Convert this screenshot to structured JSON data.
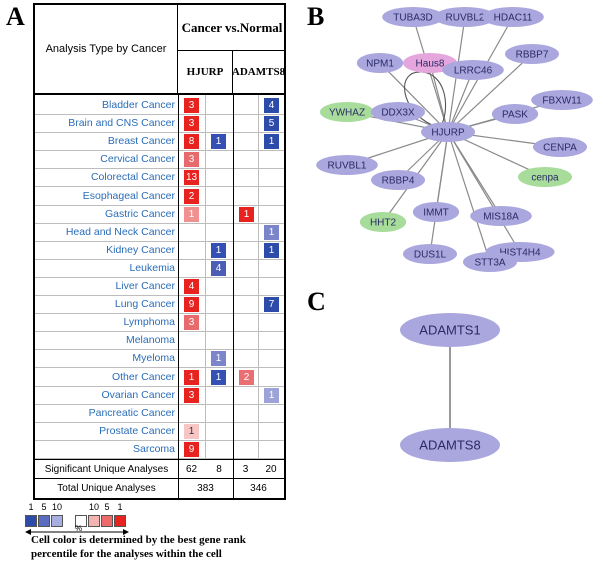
{
  "panels": {
    "a": "A",
    "b": "B",
    "c": "C"
  },
  "table": {
    "analysis_header": "Analysis Type by Cancer",
    "comparison_header": "Cancer vs.Normal",
    "genes": [
      "HJURP",
      "ADAMTS8"
    ],
    "rows": [
      {
        "label": "Bladder Cancer",
        "cells": [
          {
            "v": "3",
            "c": "#e8221e"
          },
          null,
          null,
          {
            "v": "4",
            "c": "#2d4ba8"
          }
        ]
      },
      {
        "label": "Brain and CNS Cancer",
        "cells": [
          {
            "v": "3",
            "c": "#e8221e"
          },
          null,
          null,
          {
            "v": "5",
            "c": "#2d4ba8"
          }
        ]
      },
      {
        "label": "Breast Cancer",
        "cells": [
          {
            "v": "8",
            "c": "#e8221e"
          },
          {
            "v": "1",
            "c": "#3550b5"
          },
          null,
          {
            "v": "1",
            "c": "#2d4ba8"
          }
        ]
      },
      {
        "label": "Cervical Cancer",
        "cells": [
          {
            "v": "3",
            "c": "#e76a6d"
          },
          null,
          null,
          null
        ]
      },
      {
        "label": "Colorectal Cancer",
        "cells": [
          {
            "v": "13",
            "c": "#e8221e"
          },
          null,
          null,
          null
        ]
      },
      {
        "label": "Esophageal Cancer",
        "cells": [
          {
            "v": "2",
            "c": "#e8221e"
          },
          null,
          null,
          null
        ]
      },
      {
        "label": "Gastric Cancer",
        "cells": [
          {
            "v": "1",
            "c": "#f0918f"
          },
          null,
          {
            "v": "1",
            "c": "#e8221e"
          },
          null
        ]
      },
      {
        "label": "Head and Neck Cancer",
        "cells": [
          null,
          null,
          null,
          {
            "v": "1",
            "c": "#7c85c9"
          }
        ]
      },
      {
        "label": "Kidney Cancer",
        "cells": [
          null,
          {
            "v": "1",
            "c": "#3550b5"
          },
          null,
          {
            "v": "1",
            "c": "#2d4ba8"
          }
        ]
      },
      {
        "label": "Leukemia",
        "cells": [
          null,
          {
            "v": "4",
            "c": "#4c5db5"
          },
          null,
          null
        ]
      },
      {
        "label": "Liver Cancer",
        "cells": [
          {
            "v": "4",
            "c": "#e8221e"
          },
          null,
          null,
          null
        ]
      },
      {
        "label": "Lung Cancer",
        "cells": [
          {
            "v": "9",
            "c": "#e8221e"
          },
          null,
          null,
          {
            "v": "7",
            "c": "#2d4ba8"
          }
        ]
      },
      {
        "label": "Lymphoma",
        "cells": [
          {
            "v": "3",
            "c": "#e76a6d"
          },
          null,
          null,
          null
        ]
      },
      {
        "label": "Melanoma",
        "cells": [
          null,
          null,
          null,
          null
        ]
      },
      {
        "label": "Myeloma",
        "cells": [
          null,
          {
            "v": "1",
            "c": "#7c85c9"
          },
          null,
          null
        ]
      },
      {
        "label": "Other Cancer",
        "cells": [
          {
            "v": "1",
            "c": "#e8221e"
          },
          {
            "v": "1",
            "c": "#3550b5"
          },
          {
            "v": "2",
            "c": "#ea6f73"
          },
          null
        ]
      },
      {
        "label": "Ovarian Cancer",
        "cells": [
          {
            "v": "3",
            "c": "#e8221e"
          },
          null,
          null,
          {
            "v": "1",
            "c": "#9da3d6"
          }
        ]
      },
      {
        "label": "Pancreatic Cancer",
        "cells": [
          null,
          null,
          null,
          null
        ]
      },
      {
        "label": "Prostate Cancer",
        "cells": [
          {
            "v": "1",
            "c": "#f6c5c4",
            "dark": true
          },
          null,
          null,
          null
        ]
      },
      {
        "label": "Sarcoma",
        "cells": [
          {
            "v": "9",
            "c": "#e8221e"
          },
          null,
          null,
          null
        ]
      }
    ],
    "significant_label": "Significant Unique Analyses",
    "significant": [
      "62",
      "8",
      "3",
      "20"
    ],
    "total_label": "Total Unique Analyses",
    "total": [
      "383",
      "346"
    ]
  },
  "legend": {
    "numbers": [
      "1",
      "5",
      "10",
      "10",
      "5",
      "1"
    ],
    "colors": [
      "#2d4ba8",
      "#5a6cc0",
      "#a7aee0",
      "#ffffff",
      "#f3b3b1",
      "#ec6a6a",
      "#e8221e"
    ],
    "percent_symbol": "%",
    "caption": "Cell color is determined by the best gene rank percentile for the analyses within the cell"
  },
  "network_b": {
    "hub": "HJURP",
    "nodes": [
      {
        "name": "TUBA3D",
        "color": "#a9a7dd"
      },
      {
        "name": "RUVBL2",
        "color": "#a9a7dd"
      },
      {
        "name": "HDAC11",
        "color": "#a9a7dd"
      },
      {
        "name": "NPM1",
        "color": "#a9a7dd"
      },
      {
        "name": "Haus8",
        "color": "#e4a6dc"
      },
      {
        "name": "LRRC46",
        "color": "#a9a7dd"
      },
      {
        "name": "RBBP7",
        "color": "#a9a7dd"
      },
      {
        "name": "FBXW11",
        "color": "#a9a7dd"
      },
      {
        "name": "YWHAZ",
        "color": "#a8dc9a"
      },
      {
        "name": "DDX3X",
        "color": "#a9a7dd"
      },
      {
        "name": "PASK",
        "color": "#a9a7dd"
      },
      {
        "name": "CENPA",
        "color": "#a9a7dd"
      },
      {
        "name": "RUVBL1",
        "color": "#a9a7dd"
      },
      {
        "name": "cenpa",
        "color": "#a8dc9a"
      },
      {
        "name": "RBBP4",
        "color": "#a9a7dd"
      },
      {
        "name": "HHT2",
        "color": "#a8dc9a"
      },
      {
        "name": "IMMT",
        "color": "#a9a7dd"
      },
      {
        "name": "MIS18A",
        "color": "#a9a7dd"
      },
      {
        "name": "HIST4H4",
        "color": "#a9a7dd"
      },
      {
        "name": "DUS1L",
        "color": "#a9a7dd"
      },
      {
        "name": "STT3A",
        "color": "#a9a7dd"
      }
    ],
    "hub_color": "#a9a7dd"
  },
  "network_c": {
    "nodes": [
      {
        "name": "ADAMTS1",
        "color": "#a9a7dd"
      },
      {
        "name": "ADAMTS8",
        "color": "#a9a7dd"
      }
    ]
  }
}
